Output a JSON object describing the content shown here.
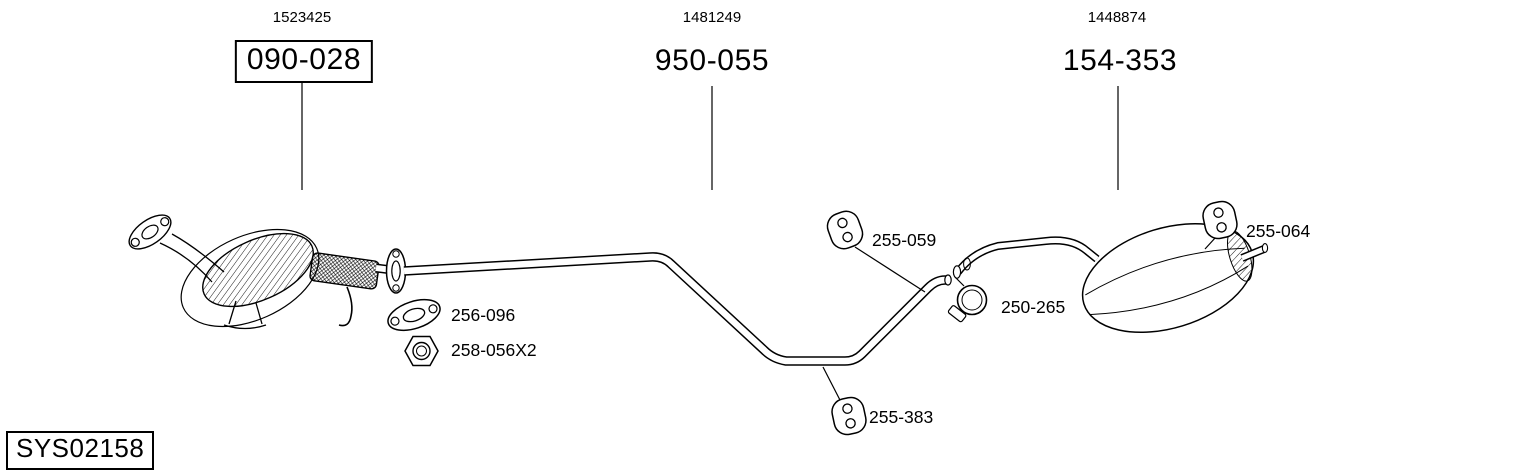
{
  "page": {
    "background": "#ffffff",
    "line_color": "#000000"
  },
  "diagram": {
    "system_code": "SYS02158",
    "sections": [
      {
        "ref": "1523425",
        "part_number": "090-028",
        "boxed": true,
        "component": "front-pipe-catalyst"
      },
      {
        "ref": "1481249",
        "part_number": "950-055",
        "boxed": false,
        "component": "middle-pipe"
      },
      {
        "ref": "1448874",
        "part_number": "154-353",
        "boxed": false,
        "component": "rear-muffler"
      }
    ],
    "callouts": [
      {
        "label": "256-096",
        "icon": "gasket-icon"
      },
      {
        "label": "258-056X2",
        "icon": "nut-icon"
      },
      {
        "label": "255-059",
        "icon": "rubber-hanger-icon"
      },
      {
        "label": "250-265",
        "icon": "clamp-icon"
      },
      {
        "label": "255-383",
        "icon": "rubber-hanger-icon"
      },
      {
        "label": "255-064",
        "icon": "rubber-hanger-icon"
      }
    ]
  }
}
